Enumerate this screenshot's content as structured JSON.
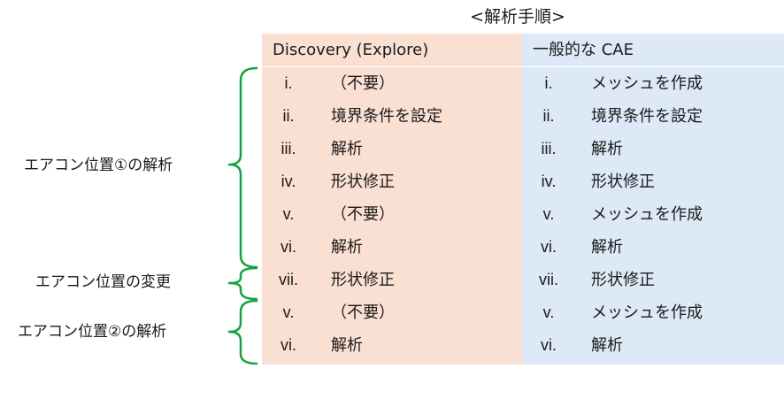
{
  "title": "<解析手順>",
  "colors": {
    "left_bg": "#fadfd3",
    "right_bg": "#dde9f6",
    "bracket": "#14a340"
  },
  "columns": [
    {
      "header": "Discovery (Explore)",
      "rows": [
        {
          "num": "i.",
          "step": "（不要）"
        },
        {
          "num": "ii.",
          "step": "境界条件を設定"
        },
        {
          "num": "iii.",
          "step": "解析"
        },
        {
          "num": "iv.",
          "step": "形状修正"
        },
        {
          "num": "v.",
          "step": "（不要）"
        },
        {
          "num": "vi.",
          "step": "解析"
        },
        {
          "num": "vii.",
          "step": "形状修正"
        },
        {
          "num": "v.",
          "step": "（不要）"
        },
        {
          "num": "vi.",
          "step": "解析"
        }
      ]
    },
    {
      "header": "一般的な CAE",
      "rows": [
        {
          "num": "i.",
          "step": "メッシュを作成"
        },
        {
          "num": "ii.",
          "step": "境界条件を設定"
        },
        {
          "num": "iii.",
          "step": "解析"
        },
        {
          "num": "iv.",
          "step": "形状修正"
        },
        {
          "num": "v.",
          "step": "メッシュを作成"
        },
        {
          "num": "vi.",
          "step": "解析"
        },
        {
          "num": "vii.",
          "step": "形状修正"
        },
        {
          "num": "v.",
          "step": "メッシュを作成"
        },
        {
          "num": "vi.",
          "step": "解析"
        }
      ]
    }
  ],
  "groups": [
    {
      "label": "エアコン位置①の解析"
    },
    {
      "label": "エアコン位置の変更"
    },
    {
      "label": "エアコン位置②の解析"
    }
  ]
}
